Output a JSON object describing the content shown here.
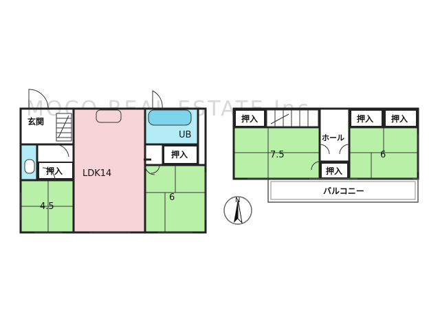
{
  "watermark": "MOCO REAL ESTATE Inc.",
  "floor1": {
    "entrance": "玄関",
    "closet_left": "押入",
    "room_left": "4.5",
    "ldk": "LDK14",
    "bath": "UB",
    "closet_right": "押入",
    "room_right": "6"
  },
  "floor2": {
    "closet_1": "押入",
    "closet_2": "押入",
    "closet_3": "押入",
    "closet_4": "押入",
    "room_left": "7.5",
    "hall": "ホール",
    "room_right": "6",
    "balcony": "バルコニー"
  },
  "compass": {
    "north": "N"
  },
  "colors": {
    "tatami": "#b8f0a8",
    "ldk": "#f7d4d8",
    "bath": "#b3ecf7",
    "closet": "#ffffff"
  }
}
